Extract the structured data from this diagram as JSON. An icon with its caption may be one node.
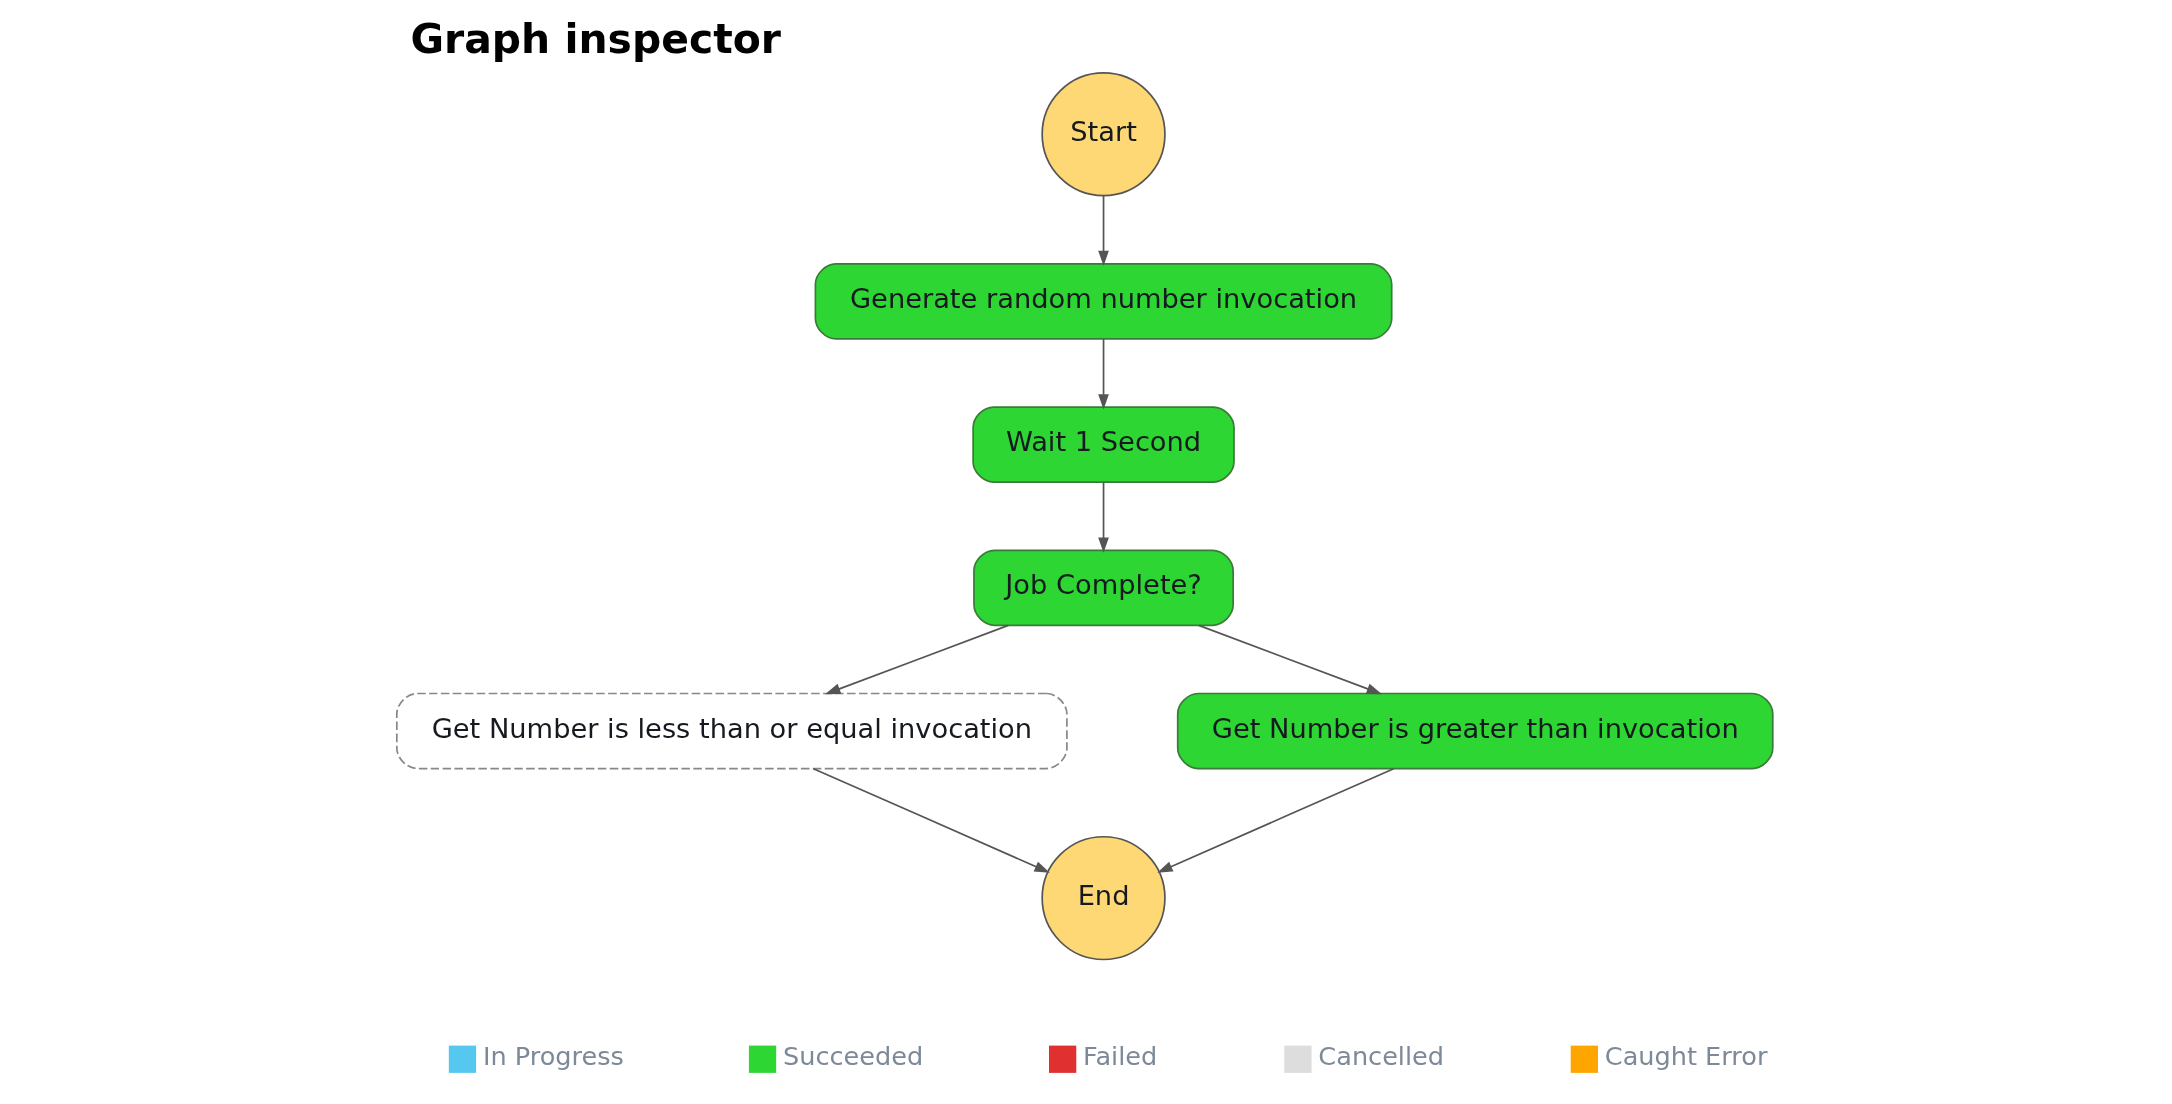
{
  "diagram": {
    "title": "Graph inspector",
    "nodes": [
      {
        "text": [
          "Start"
        ]
      },
      {
        "text": [
          "Generate random number invocation"
        ]
      },
      {
        "text": [
          "Wait 1 Second"
        ]
      },
      {
        "text": [
          "Job Complete?"
        ]
      },
      {
        "text": [
          "Get Number is less than or equal invocation"
        ]
      },
      {
        "text": [
          "Get Number is greater than invocation"
        ]
      },
      {
        "text": [
          "End"
        ]
      }
    ],
    "edges": [
      {
        "from": 0,
        "to": 1,
        "arrow": "to"
      },
      {
        "from": 1,
        "to": 2,
        "arrow": "to"
      },
      {
        "from": 2,
        "to": 3,
        "arrow": "to"
      },
      {
        "from": 3,
        "to": 4,
        "arrow": "to"
      },
      {
        "from": 3,
        "to": 5,
        "arrow": "to"
      },
      {
        "from": 4,
        "to": 6,
        "arrow": "to"
      },
      {
        "from": 5,
        "to": 6,
        "arrow": "to"
      }
    ],
    "legend": [
      {
        "text": "In Progress",
        "color": "#56c8f0"
      },
      {
        "text": "Succeeded",
        "color": "#2dd633"
      },
      {
        "text": "Failed",
        "color": "#e03030"
      },
      {
        "text": "Cancelled",
        "color": "#dddddd"
      },
      {
        "text": "Caught Error",
        "color": "#ffa500"
      }
    ]
  }
}
